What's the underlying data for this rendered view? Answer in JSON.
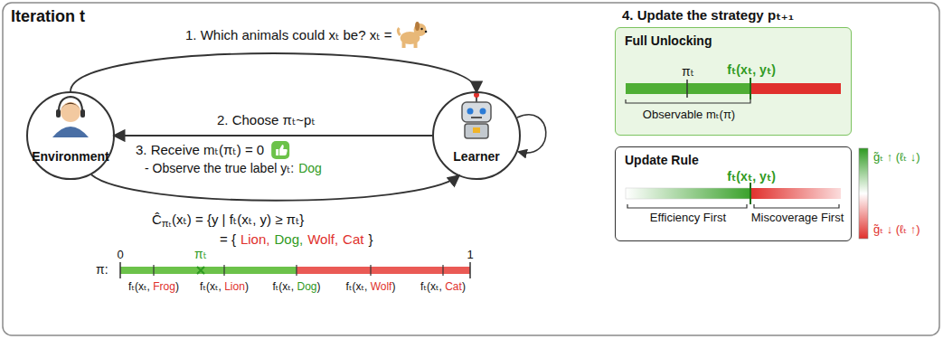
{
  "diagram": {
    "title": "Iteration t",
    "nodes": [
      {
        "text": [
          "Environment"
        ]
      },
      {
        "text": [
          "Learner"
        ]
      },
      {
        "text": [
          "Full Unlocking",
          "πₜ",
          "fₜ(xₜ, yₜ)",
          "Observable mₜ(π)"
        ]
      },
      {
        "text": [
          "Update Rule",
          "fₜ(xₜ, yₜ)",
          "Efficiency First",
          "Miscoverage First"
        ]
      }
    ],
    "edges": [
      {
        "from": 0,
        "to": 1,
        "arrow": "to",
        "label": "1. Which animals could xₜ be? xₜ ="
      },
      {
        "from": 1,
        "to": 0,
        "arrow": "to",
        "label": "2. Choose πₜ~pₜ"
      },
      {
        "from": 0,
        "to": 1,
        "arrow": "to",
        "label": "3. Receive mₜ(πₜ) = 0"
      }
    ],
    "labels": [
      "- Observe the true label yₜ:",
      "Dog",
      "Ĉ",
      "πₜ",
      "(xₜ) = {y | fₜ(xₜ, y) ≥ πₜ}",
      "= {",
      "Lion,",
      "Dog,",
      "Wolf,",
      "Cat",
      "}",
      "0",
      "1",
      "π:",
      "πₜ",
      "fₜ(xₜ, ",
      "Frog",
      ")",
      "fₜ(xₜ, ",
      "Lion",
      ")",
      "fₜ(xₜ, ",
      "Dog",
      ")",
      "fₜ(xₜ, ",
      "Wolf",
      ")",
      "fₜ(xₜ, ",
      "Cat",
      ")",
      "4. Update the strategy pₜ₊₁",
      "g̃ₜ ↑ (ℓₜ ↓)",
      "g̃ₜ ↓ (ℓₜ ↑)"
    ]
  }
}
